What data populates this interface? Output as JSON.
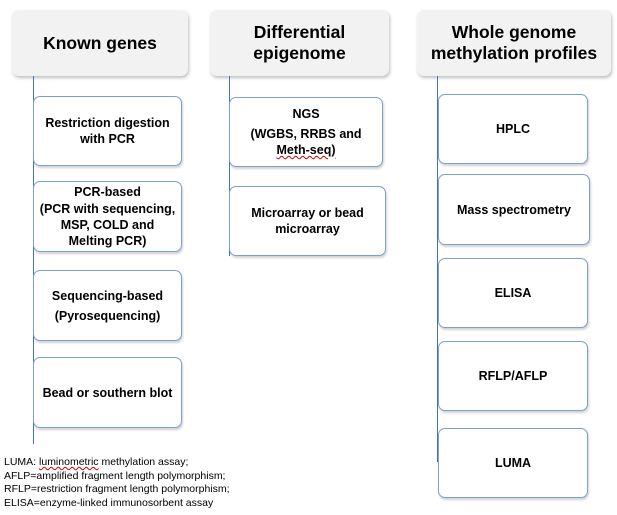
{
  "columns": [
    {
      "header": [
        "Known genes"
      ],
      "boxes": [
        {
          "lines": [
            "Restriction digestion",
            "with PCR"
          ]
        },
        {
          "lines": [
            "PCR-based",
            "(PCR with sequencing,",
            "MSP, COLD and",
            "Melting PCR)"
          ]
        },
        {
          "lines": [
            "Sequencing-based",
            "(Pyrosequencing)"
          ]
        },
        {
          "lines": [
            "Bead or southern blot"
          ]
        }
      ]
    },
    {
      "header": [
        "Differential",
        "epigenome"
      ],
      "boxes": [
        {
          "lines": [
            "NGS",
            "(WGBS, RRBS and",
            "Meth-seq)"
          ]
        },
        {
          "lines": [
            "Microarray or bead",
            "microarray"
          ]
        }
      ]
    },
    {
      "header": [
        "Whole genome",
        "methylation profiles"
      ],
      "boxes": [
        {
          "lines": [
            "HPLC"
          ]
        },
        {
          "lines": [
            "Mass spectrometry"
          ]
        },
        {
          "lines": [
            "ELISA"
          ]
        },
        {
          "lines": [
            "RFLP/AFLP"
          ]
        },
        {
          "lines": [
            "LUMA"
          ]
        }
      ]
    }
  ],
  "legend": {
    "luma_prefix": "LUMA: ",
    "luma_word": "luminometric",
    "luma_rest": " methylation assay;",
    "aflp": "AFLP=amplified fragment length polymorphism;",
    "rflp": "RFLP=restriction fragment length polymorphism;",
    "elisa": "ELISA=enzyme-linked immunosorbent assay"
  },
  "colors": {
    "connector": "#4472c4",
    "box_border": "#7f9fcf",
    "header_fill": "#f2f2f2"
  }
}
